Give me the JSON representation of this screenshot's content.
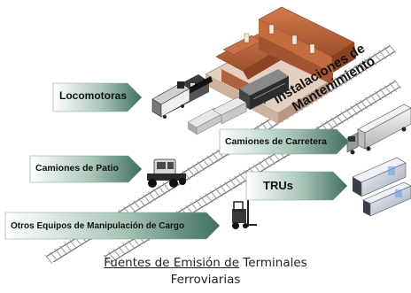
{
  "building_label": [
    "Instalaciones de",
    "Mantenimiento"
  ],
  "sources": [
    {
      "id": "locomotoras",
      "label": "Locomotoras"
    },
    {
      "id": "camiones-carretera",
      "label": "Camiones de Carretera"
    },
    {
      "id": "camiones-patio",
      "label": "Camiones de Patio"
    },
    {
      "id": "trus",
      "label": "TRUs"
    },
    {
      "id": "otros-equipos",
      "label": "Otros Equipos de Manipulación de Cargo"
    }
  ],
  "caption": {
    "line1_underlined": "Fuentes de Emisión de",
    "line1_rest": " Terminales",
    "line2": "Ferroviarias"
  },
  "colors": {
    "arrow_dark": "#3f6f61",
    "arrow_light": "#e6efe9",
    "roof": "#b8643a",
    "track": "#777777"
  }
}
